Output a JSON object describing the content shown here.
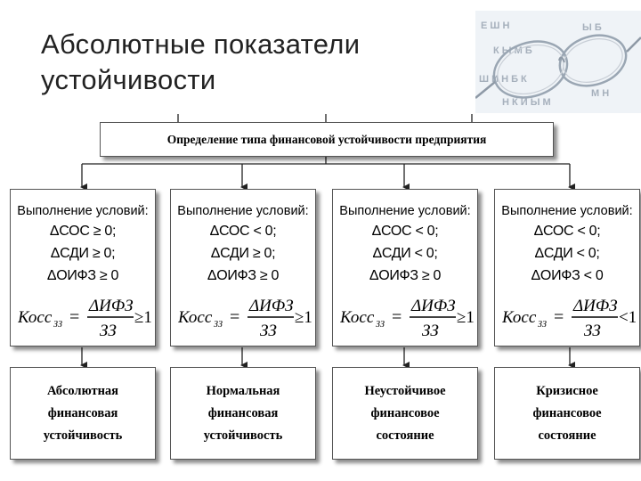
{
  "title": {
    "line1": "Абсолютные показатели",
    "line2": "устойчивости"
  },
  "top_box": "Определение типа финансовой устойчивости предприятия",
  "formula": {
    "numerator": "ΔИФЗ",
    "denominator": "ЗЗ",
    "lhs_main": "Косс",
    "lhs_sub": "ЗЗ",
    "equals": "="
  },
  "columns": [
    {
      "heading": "Выполнение условий:",
      "conditions": [
        "ΔСОС ≥ 0;",
        "ΔСДИ ≥ 0;",
        "ΔОИФЗ ≥ 0"
      ],
      "relation": "≥1",
      "result": [
        "Абсолютная",
        "финансовая",
        "устойчивость"
      ]
    },
    {
      "heading": "Выполнение условий:",
      "conditions": [
        "ΔСОС < 0;",
        "ΔСДИ ≥ 0;",
        "ΔОИФЗ ≥ 0"
      ],
      "relation": "≥1",
      "result": [
        "Нормальная",
        "финансовая",
        "устойчивость"
      ]
    },
    {
      "heading": "Выполнение условий:",
      "conditions": [
        "ΔСОС < 0;",
        "ΔСДИ < 0;",
        "ΔОИФЗ ≥ 0"
      ],
      "relation": "≥1",
      "result": [
        "Неустойчивое",
        "финансовое",
        "состояние"
      ]
    },
    {
      "heading": "Выполнение условий:",
      "conditions": [
        "ΔСОС < 0;",
        "ΔСДИ < 0;",
        "ΔОИФЗ < 0"
      ],
      "relation": "<1",
      "result": [
        "Кризисное",
        "финансовое",
        "состояние"
      ]
    }
  ]
}
